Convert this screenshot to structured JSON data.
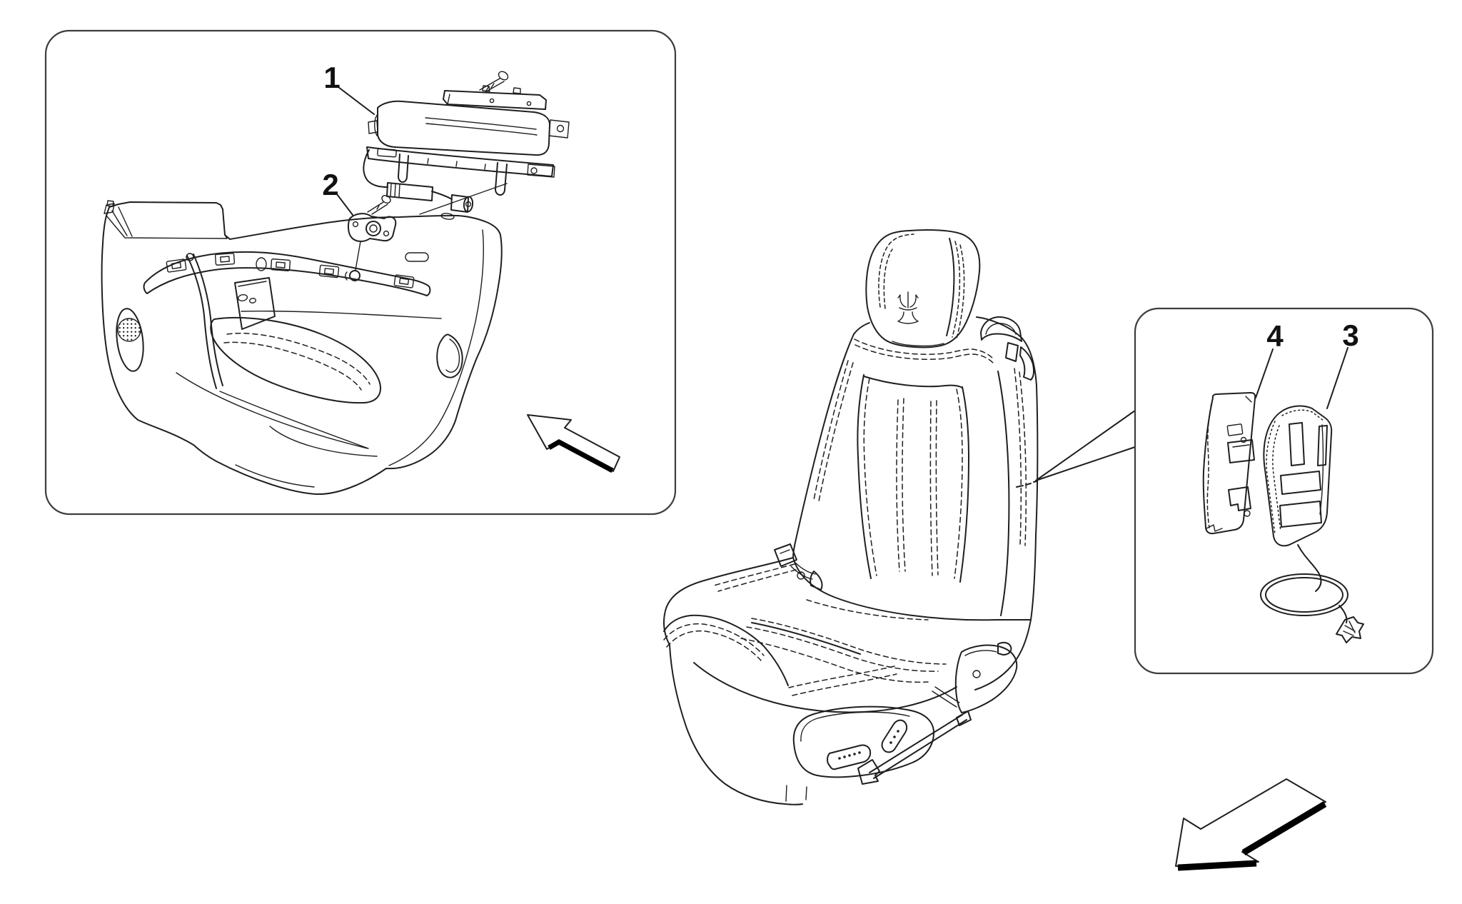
{
  "page": {
    "background_color": "#ffffff"
  },
  "diagram": {
    "style": "exploded-parts-line-drawing",
    "line_color": "#1f1f1f",
    "frame_color": "#3d3d3d",
    "insets": {
      "door_panel_box": {
        "contains_callouts": [
          "1",
          "2"
        ]
      },
      "seat_airbag_box": {
        "contains_callouts": [
          "3",
          "4"
        ]
      }
    },
    "callouts": {
      "door_airbag_module": {
        "label": "1"
      },
      "door_airbag_sensor": {
        "label": "2"
      },
      "seat_side_airbag_module": {
        "label": "3"
      },
      "seat_airbag_bracket": {
        "label": "4"
      }
    },
    "icons": {
      "view_direction_arrow_door": "outline-arrow-up-left",
      "view_direction_arrow_seat": "outline-arrow-down-left",
      "trident_logo": "trident-emblem"
    }
  }
}
